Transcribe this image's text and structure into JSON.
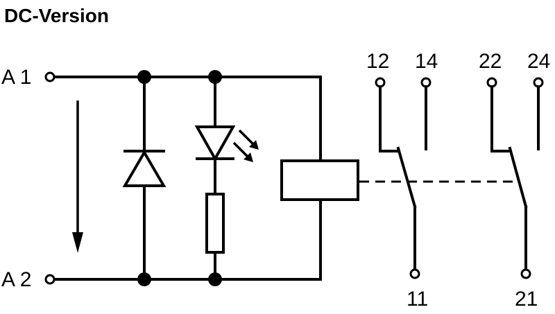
{
  "title": "DC-Version",
  "terminals": {
    "a1": "A 1",
    "a2": "A 2",
    "c12": "12",
    "c14": "14",
    "c22": "22",
    "c24": "24",
    "c11": "11",
    "c21": "21"
  },
  "colors": {
    "ink": "#000000",
    "background": "#ffffff"
  }
}
